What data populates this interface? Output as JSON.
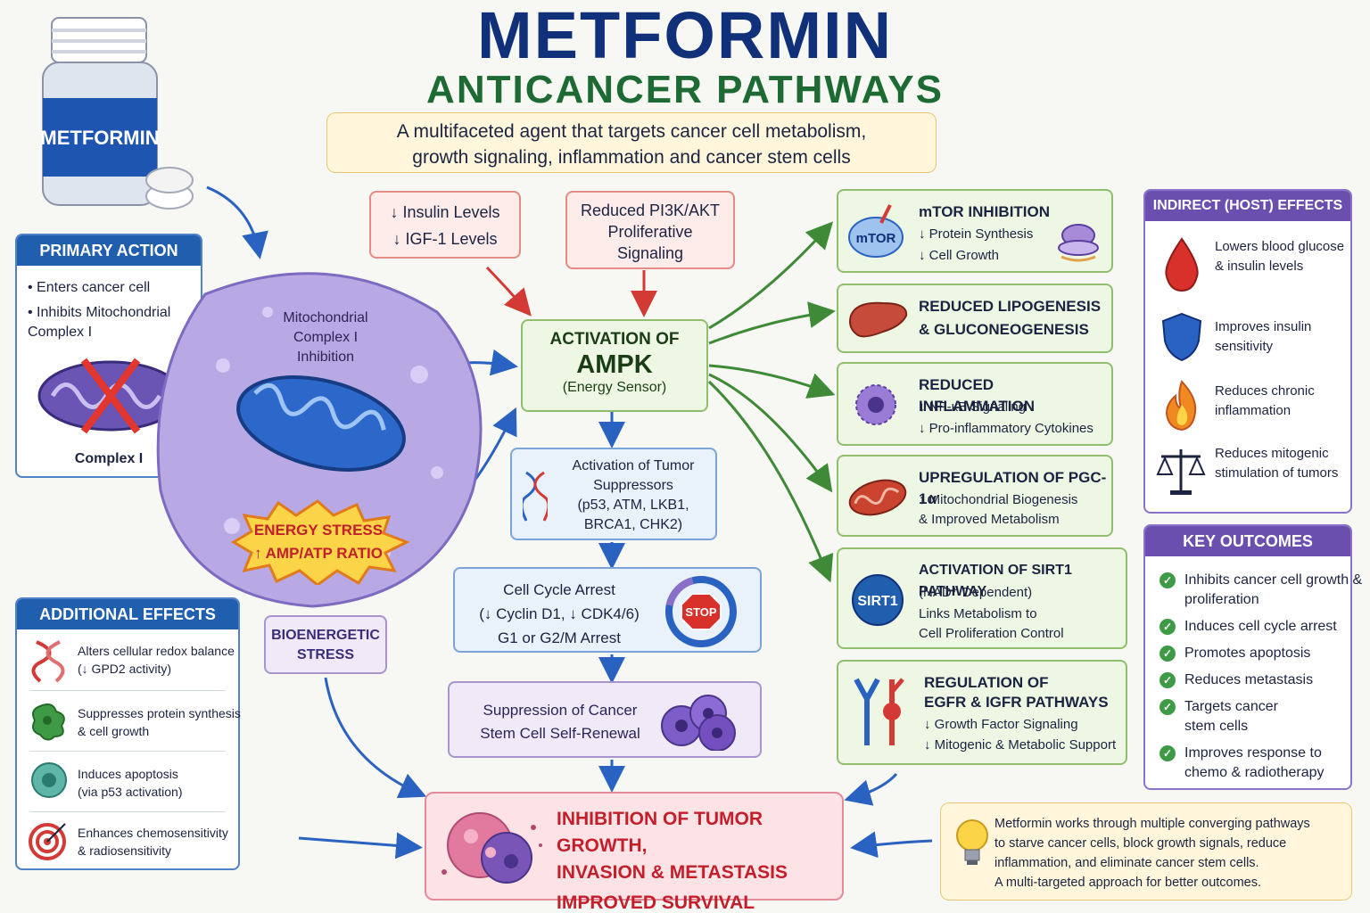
{
  "title": {
    "line1": "METFORMIN",
    "line2": "ANTICANCER PATHWAYS"
  },
  "subtitle": {
    "line1": "A multifaceted agent that targets cancer cell metabolism,",
    "line2": "growth signaling, inflammation and cancer stem cells"
  },
  "bottle_label": "METFORMIN",
  "primary_action": {
    "header": "PRIMARY ACTION",
    "bullets": [
      "Enters cancer cell",
      "Inhibits Mitochondrial Complex I"
    ],
    "caption": "Complex I"
  },
  "cell": {
    "label": "Mitochondrial Complex I Inhibition"
  },
  "energy_stress": {
    "line1": "ENERGY STRESS",
    "line2": "↑ AMP/ATP RATIO"
  },
  "bioenergetic": {
    "line1": "BIOENERGETIC",
    "line2": "STRESS"
  },
  "insulin_box": {
    "line1": "↓ Insulin Levels",
    "line2": "↓ IGF-1 Levels"
  },
  "pi3k_box": {
    "line1": "Reduced PI3K/AKT",
    "line2": "Proliferative",
    "line3": "Signaling"
  },
  "ampk": {
    "line1": "ACTIVATION OF",
    "line2": "AMPK",
    "line3": "(Energy Sensor)"
  },
  "tumor_suppressors": {
    "line1": "Activation of Tumor",
    "line2": "Suppressors",
    "line3": "(p53, ATM, LKB1,",
    "line4": "BRCA1, CHK2)"
  },
  "cell_cycle": {
    "line1": "Cell Cycle Arrest",
    "line2": "(↓ Cyclin D1, ↓ CDK4/6)",
    "line3": "G1 or G2/M Arrest",
    "stop": "STOP"
  },
  "stem_cell": {
    "line1": "Suppression of Cancer",
    "line2": "Stem Cell Self-Renewal"
  },
  "outcome_box": {
    "line1": "INHIBITION OF TUMOR GROWTH,",
    "line2": "INVASION & METASTASIS",
    "line3": "IMPROVED SURVIVAL"
  },
  "effects": [
    {
      "title": "mTOR INHIBITION",
      "line1": "↓ Protein Synthesis",
      "line2": "↓ Cell Growth",
      "icon_label": "mTOR"
    },
    {
      "title": "REDUCED LIPOGENESIS",
      "title2": "& GLUCONEOGENESIS"
    },
    {
      "title": "REDUCED INFLAMMATION",
      "line1": "↓ NF-κB Signaling",
      "line2": "↓ Pro-inflammatory Cytokines"
    },
    {
      "title": "UPREGULATION OF PGC-1α",
      "line1": "↑ Mitochondrial Biogenesis",
      "line2": "& Improved Metabolism"
    },
    {
      "title": "ACTIVATION OF SIRT1 PATHWAY",
      "line1": "(NAD⁺ Dependent)",
      "line2": "Links Metabolism to",
      "line3": "Cell Proliferation Control",
      "icon_label": "SIRT1"
    },
    {
      "title": "REGULATION OF",
      "title2": "EGFR & IGFR PATHWAYS",
      "line1": "↓ Growth Factor Signaling",
      "line2": "↓ Mitogenic & Metabolic Support"
    }
  ],
  "indirect": {
    "header": "INDIRECT (HOST) EFFECTS",
    "items": [
      {
        "text": "Lowers blood glucose & insulin levels",
        "icon": "blood-drop-icon"
      },
      {
        "text": "Improves insulin sensitivity",
        "icon": "shield-icon"
      },
      {
        "text": "Reduces chronic inflammation",
        "icon": "flame-icon"
      },
      {
        "text": "Reduces mitogenic stimulation of tumors",
        "icon": "balance-scale-icon"
      }
    ]
  },
  "key_outcomes": {
    "header": "KEY OUTCOMES",
    "items": [
      "Inhibits cancer cell growth & proliferation",
      "Induces cell cycle arrest",
      "Promotes apoptosis",
      "Reduces metastasis",
      "Targets cancer stem cells",
      "Improves response to chemo & radiotherapy"
    ]
  },
  "additional": {
    "header": "ADDITIONAL EFFECTS",
    "items": [
      {
        "line1": "Alters cellular redox balance",
        "line2": "(↓ GPD2 activity)",
        "icon": "dna-icon"
      },
      {
        "line1": "Suppresses protein synthesis",
        "line2": "& cell growth",
        "icon": "protein-icon"
      },
      {
        "line1": "Induces apoptosis",
        "line2": "(via p53 activation)",
        "icon": "cell-icon"
      },
      {
        "line1": "Enhances chemosensitivity",
        "line2": "& radiosensitivity",
        "icon": "target-icon"
      }
    ]
  },
  "summary": {
    "line1": "Metformin works through multiple converging pathways",
    "line2": "to starve cancer cells, block growth signals, reduce",
    "line3": "inflammation, and eliminate cancer stem cells.",
    "line4": "A multi-targeted approach for better outcomes."
  },
  "colors": {
    "navy": "#10307a",
    "green": "#1d6b33",
    "red": "#c21f2b",
    "purple": "#6a4fae",
    "blue_header": "#1f5fae"
  }
}
